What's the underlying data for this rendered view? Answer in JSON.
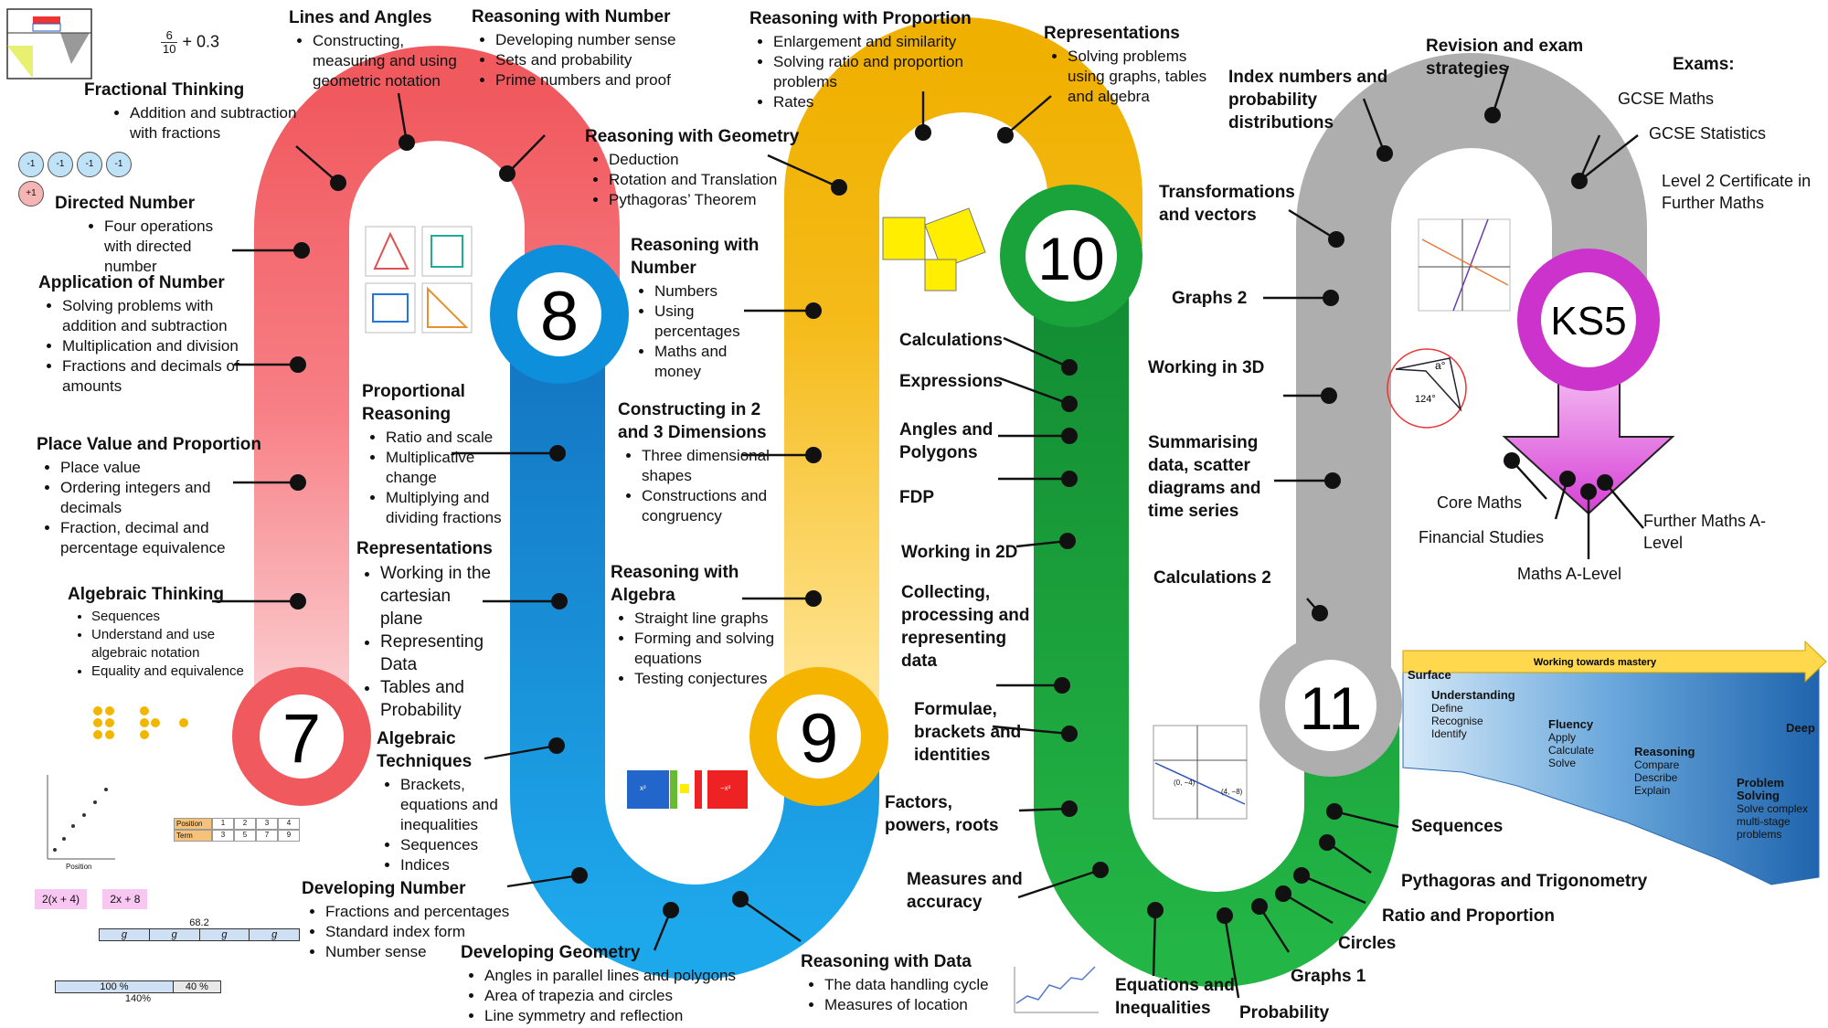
{
  "colors": {
    "y7": "#f0595e",
    "y8": "#0d8fdb",
    "y9": "#f5b400",
    "y10": "#1aa33a",
    "y11": "#aeaeae",
    "ks5": "#cc33cc"
  },
  "badges": {
    "y7": "7",
    "y8": "8",
    "y9": "9",
    "y10": "10",
    "y11": "11",
    "ks5": "KS5"
  },
  "fraction_example": {
    "numerator": "6",
    "denominator": "10",
    "rest": "+ 0.3"
  },
  "counters": [
    "-1",
    "-1",
    "-1",
    "-1",
    "+1"
  ],
  "y7": {
    "lines_angles": {
      "title": "Lines and Angles",
      "items": [
        "Constructing, measuring and using geometric notation"
      ]
    },
    "fractional": {
      "title": "Fractional Thinking",
      "items": [
        "Addition and subtraction with fractions"
      ]
    },
    "directed": {
      "title": "Directed Number",
      "items": [
        "Four operations with directed number"
      ]
    },
    "application": {
      "title": "Application of Number",
      "items": [
        "Solving problems with addition and subtraction",
        "Multiplication and division",
        "Fractions and decimals of amounts"
      ]
    },
    "place_value": {
      "title": "Place Value and Proportion",
      "items": [
        "Place value",
        "Ordering integers and decimals",
        "Fraction, decimal and percentage equivalence"
      ]
    },
    "algebraic": {
      "title": "Algebraic Thinking",
      "items": [
        "Sequences",
        "Understand and use algebraic notation",
        "Equality and equivalence"
      ]
    }
  },
  "y8": {
    "reasoning_number": {
      "title": "Reasoning with Number",
      "items": [
        "Developing number sense",
        "Sets and probability",
        "Prime numbers and proof"
      ]
    },
    "proportional": {
      "title": "Proportional Reasoning",
      "items": [
        "Ratio and scale",
        "Multiplicative change",
        "Multiplying and dividing fractions"
      ]
    },
    "representations": {
      "title": "Representations",
      "items": [
        "Working in the cartesian plane",
        "Representing Data",
        "Tables and Probability"
      ]
    },
    "algebraic_tech": {
      "title": "Algebraic Techniques",
      "items": [
        "Brackets, equations and inequalities",
        "Sequences",
        "Indices"
      ]
    },
    "developing_number": {
      "title": "Developing Number",
      "items": [
        "Fractions and percentages",
        "Standard index form",
        "Number sense"
      ]
    },
    "developing_geometry": {
      "title": "Developing Geometry",
      "items": [
        "Angles in parallel lines and polygons",
        "Area of trapezia and circles",
        "Line symmetry and reflection"
      ]
    }
  },
  "y9": {
    "reasoning_proportion": {
      "title": "Reasoning with Proportion",
      "items": [
        "Enlargement and similarity",
        "Solving ratio and proportion problems",
        "Rates"
      ]
    },
    "reasoning_geometry": {
      "title": "Reasoning with Geometry",
      "items": [
        "Deduction",
        "Rotation and Translation",
        "Pythagoras’ Theorem"
      ]
    },
    "reasoning_number": {
      "title": "Reasoning with Number",
      "items": [
        "Numbers",
        "Using percentages",
        "Maths and money"
      ]
    },
    "constructing": {
      "title": "Constructing in 2 and 3 Dimensions",
      "items": [
        "Three dimensional shapes",
        "Constructions and congruency"
      ]
    },
    "reasoning_algebra": {
      "title": "Reasoning with Algebra",
      "items": [
        "Straight line graphs",
        "Forming and solving equations",
        "Testing conjectures"
      ]
    },
    "reasoning_data": {
      "title": "Reasoning with Data",
      "items": [
        "The data handling cycle",
        "Measures of location"
      ]
    },
    "representations": {
      "title": "Representations",
      "items": [
        "Solving problems using graphs, tables and algebra"
      ]
    }
  },
  "y10": [
    "Calculations",
    "Expressions",
    "Angles and Polygons",
    "FDP",
    "Working in 2D",
    "Collecting, processing and representing data",
    "Formulae, brackets and identities",
    "Factors, powers, roots",
    "Measures and accuracy",
    "Equations and Inequalities",
    "Probability"
  ],
  "y11": [
    "Index numbers and probability distributions",
    "Transformations and vectors",
    "Graphs 2",
    "Working in 3D",
    "Summarising data, scatter diagrams and time series",
    "Calculations 2",
    "Sequences",
    "Pythagoras and Trigonometry",
    "Ratio and Proportion",
    "Circles",
    "Graphs 1"
  ],
  "ks5": {
    "revision": "Revision and exam strategies",
    "exams_title": "Exams:",
    "exams": [
      "GCSE Maths",
      "GCSE Statistics",
      "Level 2 Certificate in Further Maths"
    ],
    "outcomes": [
      "Core Maths",
      "Financial Studies",
      "Maths A-Level",
      "Further Maths A-Level"
    ]
  },
  "mastery": {
    "banner": "Working towards mastery",
    "surface": "Surface",
    "deep": "Deep",
    "understanding": {
      "title": "Understanding",
      "items": [
        "Define",
        "Recognise",
        "Identify"
      ]
    },
    "fluency": {
      "title": "Fluency",
      "items": [
        "Apply",
        "Calculate",
        "Solve"
      ]
    },
    "reasoning": {
      "title": "Reasoning",
      "items": [
        "Compare",
        "Describe",
        "Explain"
      ]
    },
    "problem_solving": {
      "title": "Problem Solving",
      "items": [
        "Solve complex multi-stage problems"
      ]
    }
  },
  "small_images": {
    "expr1": "2(x + 4)",
    "expr2": "2x + 8",
    "bar_total": "68.2",
    "bar_cell": "g",
    "pct1": "100 %",
    "pct2": "40 %",
    "pct_total": "140%",
    "table_row1": [
      "Position",
      "1",
      "2",
      "3",
      "4"
    ],
    "table_row2": [
      "Term",
      "3",
      "5",
      "7",
      "9"
    ],
    "scatter_xlabel": "Position",
    "circle_angle1": "a°",
    "circle_angle2": "124°",
    "coord1": "(0, −4)",
    "coord2": "(4, −8)",
    "tile1": "x²",
    "tile2": "−x²"
  }
}
